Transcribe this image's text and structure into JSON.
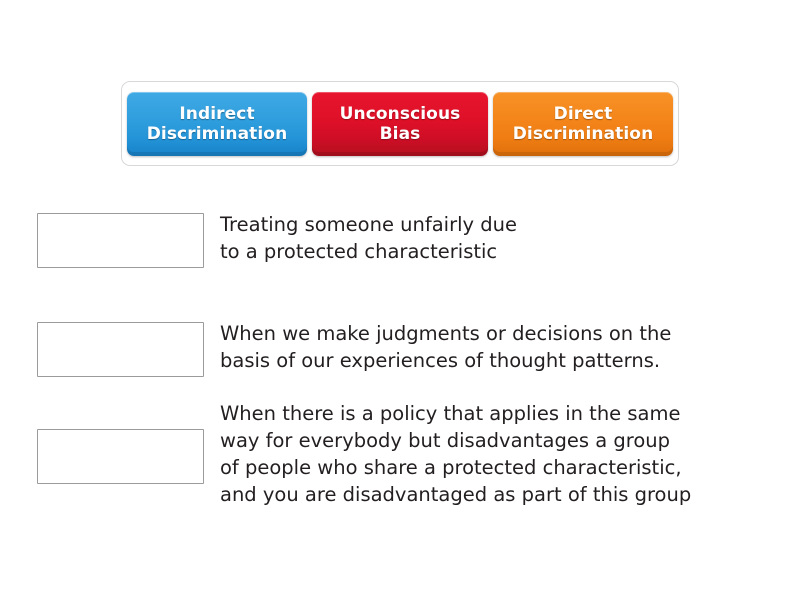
{
  "activity": {
    "type": "match-up",
    "tray": {
      "tiles": [
        {
          "label": "Indirect\nDiscrimination",
          "color": "#2e9ddd",
          "name": "indirect-discrimination"
        },
        {
          "label": "Unconscious\nBias",
          "color": "#de1028",
          "name": "unconscious-bias"
        },
        {
          "label": "Direct\nDiscrimination",
          "color": "#f4851a",
          "name": "direct-discrimination"
        }
      ]
    },
    "rows": [
      {
        "answer": "",
        "definition": "Treating someone unfairly due\nto a protected characteristic"
      },
      {
        "answer": "",
        "definition": "When we make judgments or decisions on the\nbasis of our experiences of thought patterns."
      },
      {
        "answer": "",
        "definition": "When there is a policy that applies in the same\nway for everybody but disadvantages a group\nof people who share a protected characteristic,\nand you are disadvantaged as part of this group"
      }
    ]
  }
}
